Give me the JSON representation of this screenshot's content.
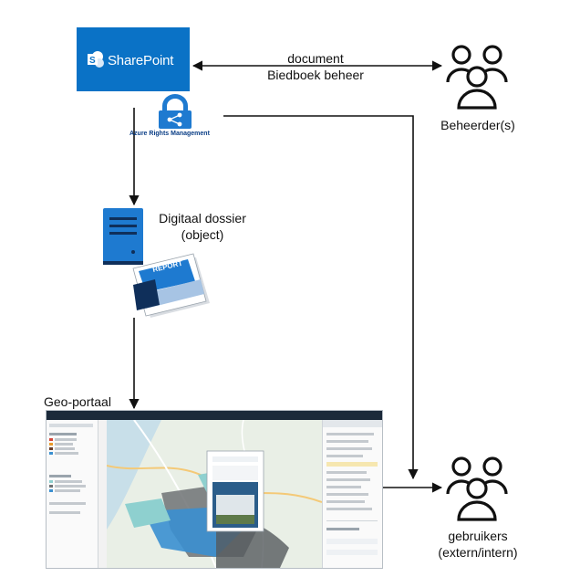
{
  "sharepoint": {
    "title": "SharePoint",
    "brand_color": "#0a72c6"
  },
  "arm": {
    "label": "Azure Rights Management",
    "icon": "lock-share-icon"
  },
  "edge_top": {
    "line1": "document",
    "line2": "Biedboek beheer"
  },
  "beheerders": {
    "label": "Beheerder(s)",
    "icon": "users-group-icon"
  },
  "dossier": {
    "line1": "Digitaal dossier",
    "line2": "(object)",
    "icon": "server-icon",
    "report_text": "REPORT"
  },
  "geo": {
    "label": "Geo-portaal"
  },
  "gebruikers": {
    "line1": "gebruikers",
    "line2": "(extern/intern)",
    "icon": "users-group-icon"
  },
  "colors": {
    "accent": "#1e7ad0",
    "dark": "#0f2f5a",
    "line": "#111111"
  }
}
